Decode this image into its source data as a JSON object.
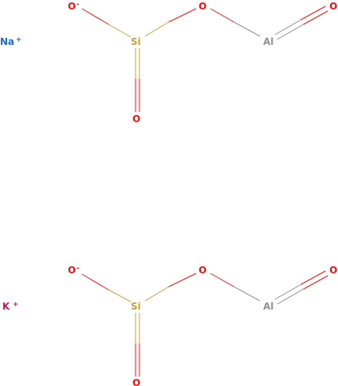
{
  "molecules": [
    {
      "counter_ion": {
        "symbol": "Na",
        "charge": "+"
      },
      "atoms": {
        "o_minus": {
          "symbol": "O",
          "charge": "-"
        },
        "si": {
          "symbol": "Si"
        },
        "o_bottom": {
          "symbol": "O"
        },
        "o_bridge": {
          "symbol": "O"
        },
        "al": {
          "symbol": "Al"
        },
        "o_al": {
          "symbol": "O"
        }
      }
    },
    {
      "counter_ion": {
        "symbol": "K",
        "charge": "+"
      },
      "atoms": {
        "o_minus": {
          "symbol": "O",
          "charge": "-"
        },
        "si": {
          "symbol": "Si"
        },
        "o_bottom": {
          "symbol": "O"
        },
        "o_bridge": {
          "symbol": "O"
        },
        "al": {
          "symbol": "Al"
        },
        "o_al": {
          "symbol": "O"
        }
      }
    }
  ],
  "colors": {
    "oxygen": "#ff0d0d",
    "silicon": "#c8a038",
    "aluminium": "#909090",
    "sodium": "#1a6fcf",
    "potassium": "#c2185b"
  }
}
